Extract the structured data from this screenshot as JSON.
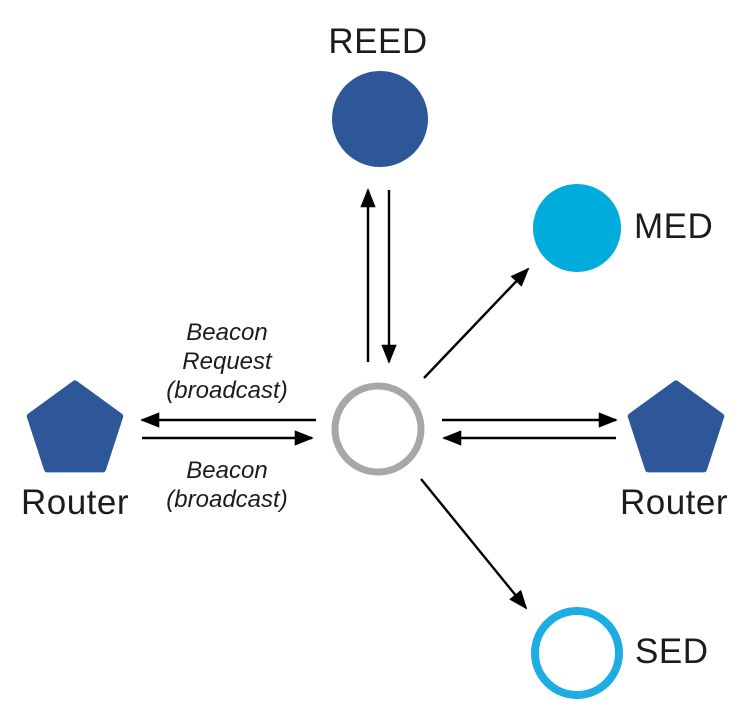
{
  "colors": {
    "node_blue": "#2d5799",
    "med_cyan": "#00acdc",
    "sed_cyan": "#1cade4",
    "joiner_gray": "#a7a7a7",
    "arrow_black": "#000000"
  },
  "nodes": {
    "reed": {
      "label": "REED",
      "shape": "filled-circle"
    },
    "med": {
      "label": "MED",
      "shape": "filled-circle"
    },
    "joiner": {
      "label": "",
      "shape": "outline-circle"
    },
    "router_left": {
      "label": "Router",
      "shape": "pentagon"
    },
    "router_right": {
      "label": "Router",
      "shape": "pentagon"
    },
    "sed": {
      "label": "SED",
      "shape": "outline-circle"
    }
  },
  "messages": {
    "beacon_request": [
      "Beacon",
      "Request",
      "(broadcast)"
    ],
    "beacon": [
      "Beacon",
      "(broadcast)"
    ]
  },
  "edges": [
    {
      "from": "joiner",
      "to": "reed",
      "type": "arrow"
    },
    {
      "from": "reed",
      "to": "joiner",
      "type": "arrow"
    },
    {
      "from": "joiner",
      "to": "med",
      "type": "arrow"
    },
    {
      "from": "joiner",
      "to": "router_left",
      "type": "arrow",
      "label": "Beacon Request (broadcast)"
    },
    {
      "from": "router_left",
      "to": "joiner",
      "type": "arrow",
      "label": "Beacon (broadcast)"
    },
    {
      "from": "joiner",
      "to": "router_right",
      "type": "arrow"
    },
    {
      "from": "router_right",
      "to": "joiner",
      "type": "arrow"
    },
    {
      "from": "joiner",
      "to": "sed",
      "type": "arrow"
    }
  ]
}
